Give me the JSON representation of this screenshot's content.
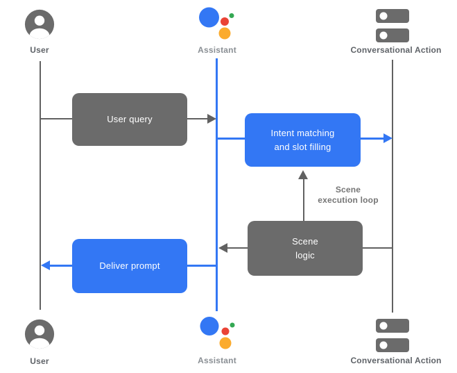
{
  "diagram": {
    "actors": {
      "user": "User",
      "assistant": "Assistant",
      "conversational_action": "Conversational Action"
    },
    "boxes": {
      "user_query": {
        "label": "User query"
      },
      "intent_matching": {
        "line1": "Intent matching",
        "line2": "and slot filling"
      },
      "scene_logic": {
        "line1": "Scene",
        "line2": "logic"
      },
      "deliver_prompt": {
        "label": "Deliver prompt"
      }
    },
    "loop_label": {
      "line1": "Scene",
      "line2": "execution loop"
    },
    "icons": {
      "user": "person-icon",
      "assistant": "google-assistant-icon",
      "conversational_action": "server-icon"
    },
    "colors": {
      "blue": "#3377f4",
      "gray_box": "#6b6b6b",
      "line_gray": "#616161",
      "label_dark": "#5f6368",
      "label_light": "#8a8f94",
      "loop_label_gray": "#757575",
      "assistant_blue": "#3377f4",
      "assistant_red": "#ea4335",
      "assistant_green": "#34a853",
      "assistant_yellow": "#fbab2d",
      "background": "#ffffff"
    }
  }
}
